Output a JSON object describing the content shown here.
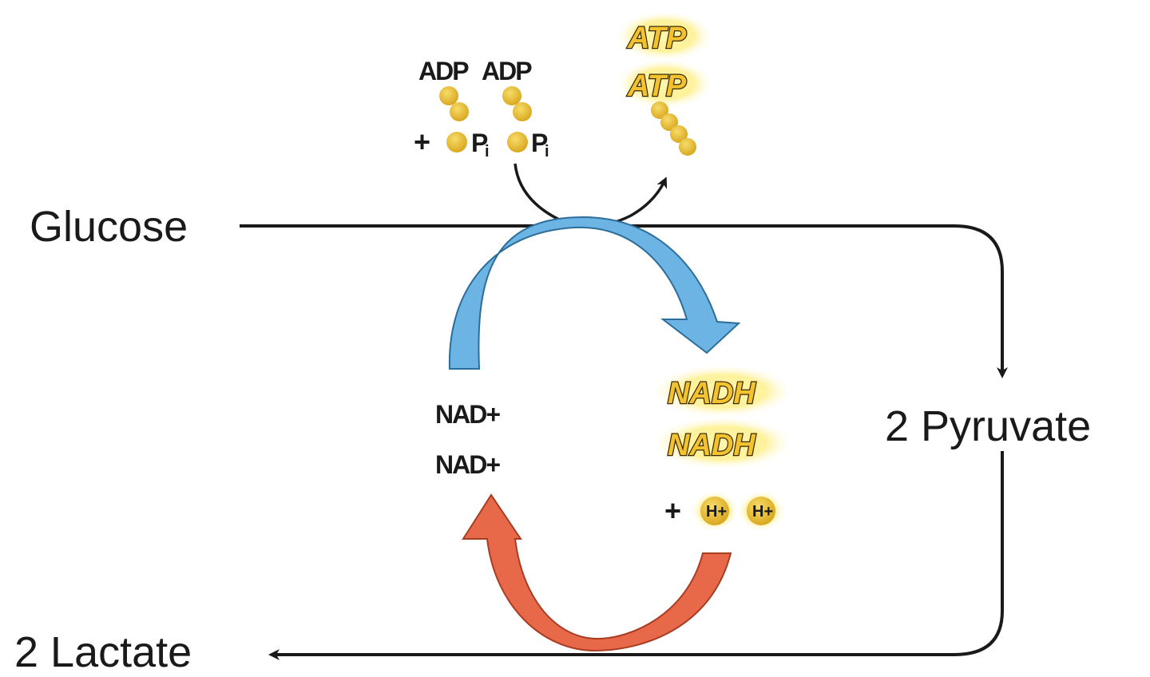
{
  "labels": {
    "glucose": "Glucose",
    "pyruvate": "2 Pyruvate",
    "lactate": "2 Lactate",
    "adp1": "ADP",
    "adp2": "ADP",
    "pi1": "P",
    "pi1_sub": "i",
    "pi2": "P",
    "pi2_sub": "i",
    "plus_pi": "+",
    "atp1": "ATP",
    "atp2": "ATP",
    "nad1": "NAD+",
    "nad2": "NAD+",
    "nadh1": "NADH",
    "nadh2": "NADH",
    "plus_h": "+",
    "h1": "H+",
    "h2": "H+"
  },
  "colors": {
    "line": "#1a1a1a",
    "blue_arrow": "#6cb4e4",
    "red_arrow": "#e8694a",
    "gold": "#e8c040",
    "glow": "#fff3a0"
  }
}
